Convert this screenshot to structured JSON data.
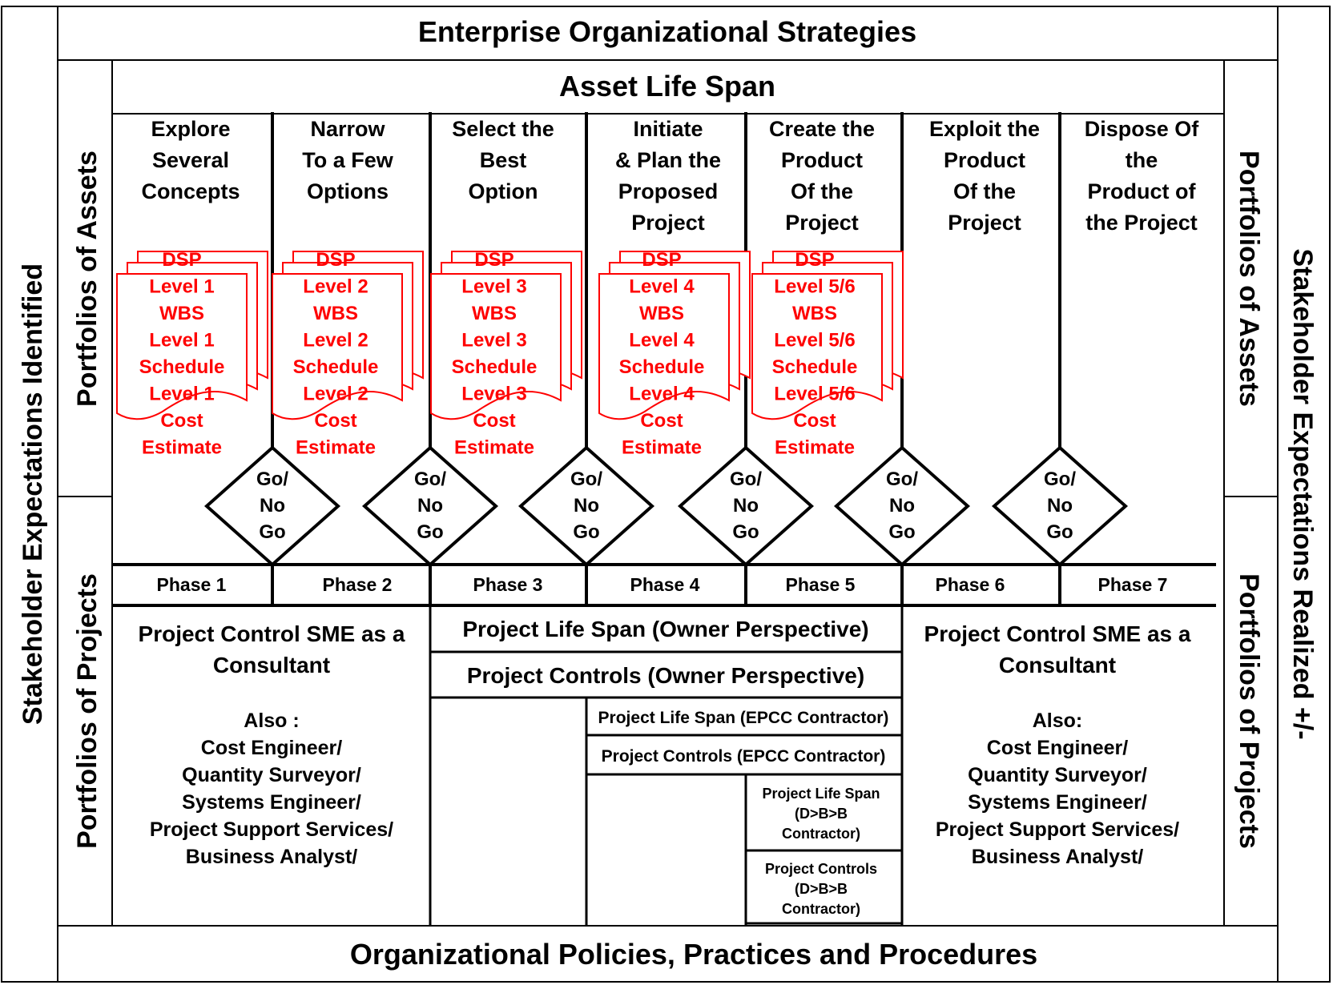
{
  "header": {
    "title": "Enterprise Organizational Strategies"
  },
  "footer": {
    "title": "Organizational Policies, Practices and Procedures"
  },
  "asset_span": {
    "title": "Asset Life Span"
  },
  "left_outer": {
    "label": "Stakeholder Expectations Identified"
  },
  "right_outer": {
    "label": "Stakeholder Expectations Realized +/-"
  },
  "left_inner": {
    "assets": "Portfolios of Assets",
    "projects": "Portfolios of Projects"
  },
  "right_inner": {
    "assets": "Portfolios of Assets",
    "projects": "Portfolios of Projects"
  },
  "stages": [
    {
      "lines": [
        "Explore",
        "Several",
        "Concepts"
      ]
    },
    {
      "lines": [
        "Narrow",
        "To a Few",
        "Options"
      ]
    },
    {
      "lines": [
        "Select the",
        "Best",
        "Option"
      ]
    },
    {
      "lines": [
        "Initiate",
        "& Plan the",
        "Proposed",
        "Project"
      ]
    },
    {
      "lines": [
        "Create the",
        "Product",
        "Of the",
        "Project"
      ]
    },
    {
      "lines": [
        "Exploit the",
        "Product",
        "Of the",
        "Project"
      ]
    },
    {
      "lines": [
        "Dispose Of",
        "the",
        "Product of",
        "the Project"
      ]
    }
  ],
  "documents": [
    {
      "lines": [
        "DSP",
        "Level 1",
        "WBS",
        "Level 1",
        "Schedule",
        "Level 1",
        "Cost",
        "Estimate"
      ]
    },
    {
      "lines": [
        "DSP",
        "Level 2",
        "WBS",
        "Level 2",
        "Schedule",
        "Level 2",
        "Cost",
        "Estimate"
      ]
    },
    {
      "lines": [
        "DSP",
        "Level 3",
        "WBS",
        "Level 3",
        "Schedule",
        "Level 3",
        "Cost",
        "Estimate"
      ]
    },
    {
      "lines": [
        "DSP",
        "Level 4",
        "WBS",
        "Level 4",
        "Schedule",
        "Level 4",
        "Cost",
        "Estimate"
      ]
    },
    {
      "lines": [
        "DSP",
        "Level 5/6",
        "WBS",
        "Level 5/6",
        "Schedule",
        "Level 5/6",
        "Cost",
        "Estimate"
      ]
    }
  ],
  "gate": {
    "lines": [
      "Go/",
      "No",
      "Go"
    ]
  },
  "phases": [
    "Phase 1",
    "Phase 2",
    "Phase 3",
    "Phase 4",
    "Phase 5",
    "Phase 6",
    "Phase 7"
  ],
  "consultant_left": {
    "title_lines": [
      "Project Control SME as a",
      "Consultant"
    ],
    "also": "Also :",
    "roles": [
      "Cost Engineer/",
      "Quantity Surveyor/",
      "Systems Engineer/",
      "Project Support Services/",
      "Business Analyst/"
    ]
  },
  "consultant_right": {
    "title_lines": [
      "Project Control SME as a",
      "Consultant"
    ],
    "also": "Also:",
    "roles": [
      "Cost Engineer/",
      "Quantity Surveyor/",
      "Systems Engineer/",
      "Project Support Services/",
      "Business Analyst/"
    ]
  },
  "owner": {
    "life_span": "Project Life Span (Owner Perspective)",
    "controls": "Project Controls (Owner Perspective)"
  },
  "epcc": {
    "life_span": "Project Life Span (EPCC Contractor)",
    "controls": "Project Controls (EPCC Contractor)"
  },
  "dbb": {
    "life_span": [
      "Project Life Span",
      "(D>B>B",
      "Contractor)"
    ],
    "controls": [
      "Project Controls",
      "(D>B>B",
      "Contractor)"
    ]
  },
  "colors": {
    "line": "#000000",
    "document": "#ff0000",
    "background": "#ffffff"
  }
}
